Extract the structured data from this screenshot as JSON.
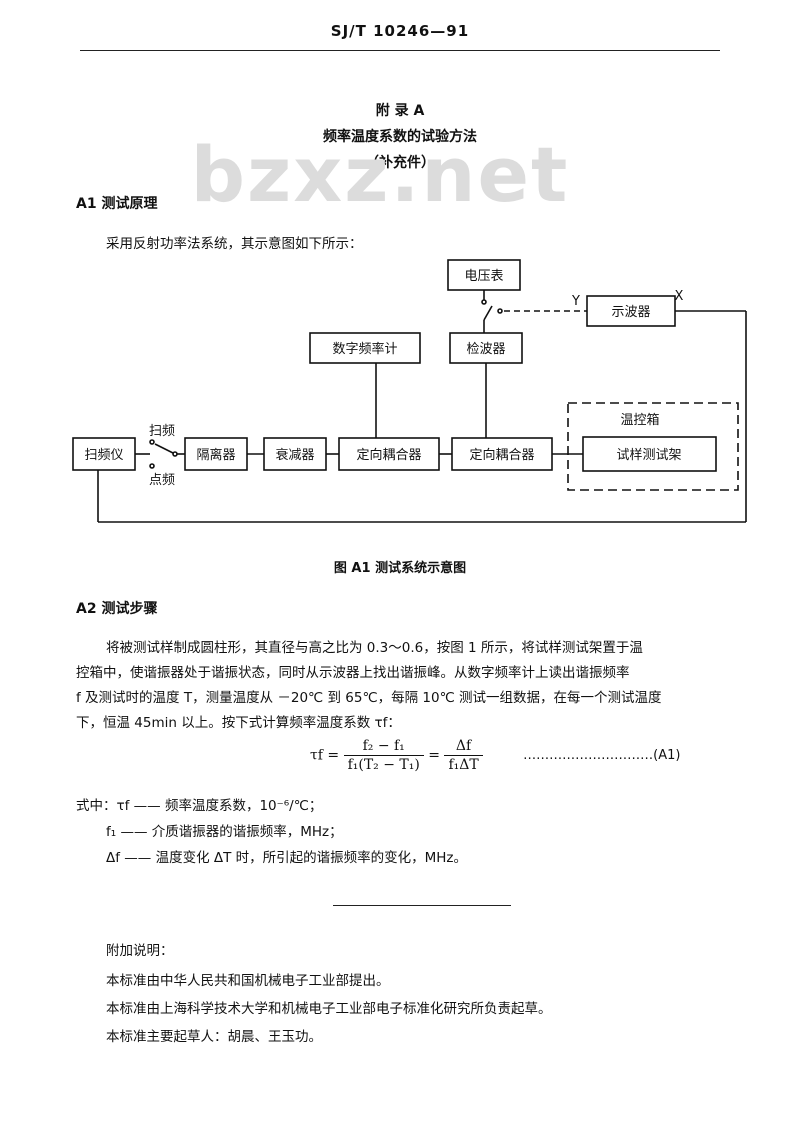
{
  "header": {
    "title": "SJ/T 10246—91"
  },
  "appendix": {
    "label": "附 录 A",
    "title": "频率温度系数的试验方法",
    "subtitle": "（补充件）"
  },
  "watermark": "bzxz.net",
  "section_a1": {
    "heading": "A1  测试原理",
    "intro": "采用反射功率法系统，其示意图如下所示："
  },
  "diagram": {
    "sweeper": "扫频仪",
    "isolator": "隔离器",
    "attenuator": "衰减器",
    "coupler1": "定向耦合器",
    "coupler2": "定向耦合器",
    "freq_counter": "数字频率计",
    "detector": "检波器",
    "voltmeter": "电压表",
    "oscilloscope": "示波器",
    "chamber": "温控箱",
    "fixture": "试样测试架",
    "sweep_label": "扫频",
    "point_label": "点频",
    "y_label": "Y",
    "x_label": "X"
  },
  "figure_caption": "图 A1  测试系统示意图",
  "section_a2": {
    "heading": "A2  测试步骤",
    "lines": [
      "将被测试样制成圆柱形，其直径与高之比为 0.3～0.6，按图 1 所示，将试样测试架置于温",
      "控箱中，使谐振器处于谐振状态，同时从示波器上找出谐振峰。从数字频率计上读出谐振频率",
      "f 及测试时的温度 T，测量温度从 －20℃ 到 65℃，每隔 10℃ 测试一组数据，在每一个测试温度",
      "下，恒温 45min 以上。按下式计算频率温度系数 τf："
    ]
  },
  "formula": {
    "lhs": "τf =",
    "num1": "f₂ − f₁",
    "den1": "f₁(T₂ − T₁)",
    "eq": "=",
    "num2": "Δf",
    "den2": "f₁ΔT",
    "tag": "…………………………(A1)"
  },
  "legend": {
    "l1": "式中：τf —— 频率温度系数，10⁻⁶/℃；",
    "l2": "f₁ —— 介质谐振器的谐振频率，MHz；",
    "l3": "Δf —— 温度变化 ΔT 时，所引起的谐振频率的变化，MHz。"
  },
  "notes": {
    "heading": "附加说明：",
    "n1": "本标准由中华人民共和国机械电子工业部提出。",
    "n2": "本标准由上海科学技术大学和机械电子工业部电子标准化研究所负责起草。",
    "n3": "本标准主要起草人：胡晨、王玉功。"
  }
}
